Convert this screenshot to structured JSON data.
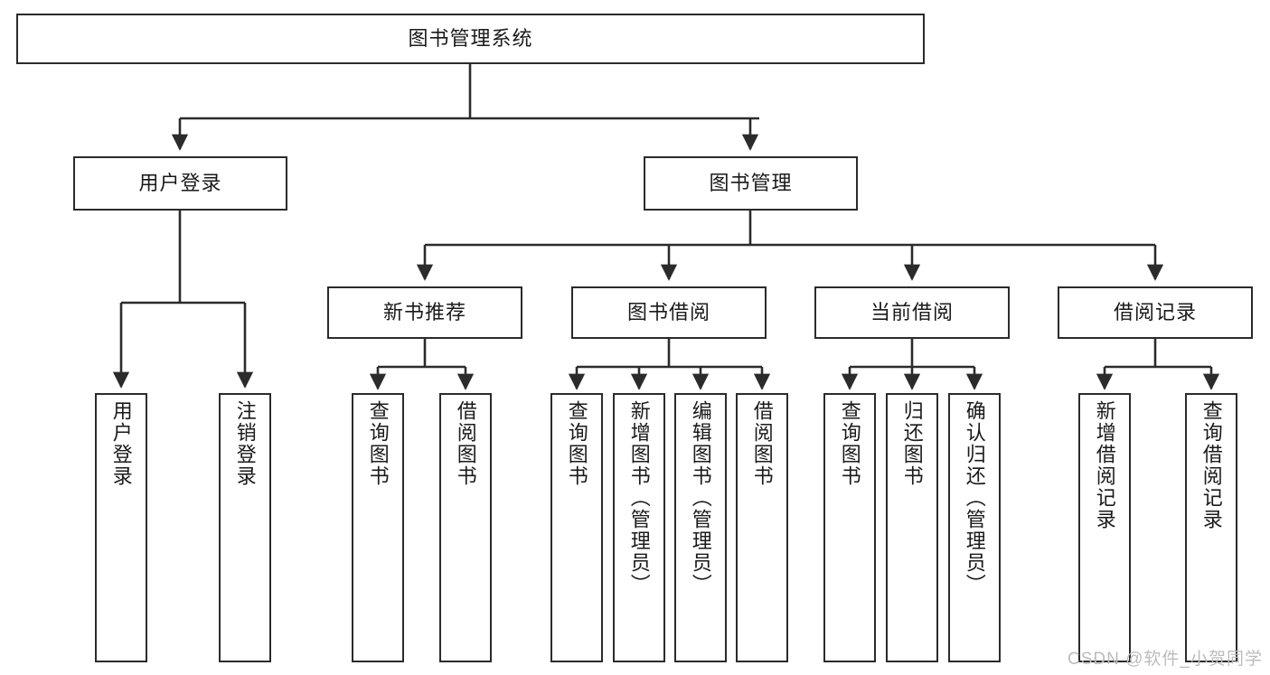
{
  "diagram": {
    "title": "图书管理系统",
    "watermark": "CSDN @软件_小贺同学",
    "colors": {
      "stroke": "#2b2b2b",
      "fill": "#ffffff",
      "text": "#1a1a1a",
      "watermark": "#bcbcbc"
    },
    "root": {
      "label": "图书管理系统",
      "orientation": "horizontal"
    },
    "level2": [
      {
        "label": "用户登录",
        "orientation": "horizontal"
      },
      {
        "label": "图书管理",
        "orientation": "horizontal"
      }
    ],
    "level3": [
      {
        "label": "新书推荐",
        "orientation": "horizontal"
      },
      {
        "label": "图书借阅",
        "orientation": "horizontal"
      },
      {
        "label": "当前借阅",
        "orientation": "horizontal"
      },
      {
        "label": "借阅记录",
        "orientation": "horizontal"
      }
    ],
    "leaves": {
      "user_login": [
        {
          "label": "用户登录",
          "orientation": "vertical"
        },
        {
          "label": "注销登录",
          "orientation": "vertical"
        }
      ],
      "new_book_recommend": [
        {
          "label": "查询图书",
          "orientation": "vertical"
        },
        {
          "label": "借阅图书",
          "orientation": "vertical"
        }
      ],
      "book_borrow": [
        {
          "label": "查询图书",
          "orientation": "vertical"
        },
        {
          "label": "新增图书（管理员）",
          "orientation": "vertical"
        },
        {
          "label": "编辑图书（管理员）",
          "orientation": "vertical"
        },
        {
          "label": "借阅图书",
          "orientation": "vertical"
        }
      ],
      "current_borrow": [
        {
          "label": "查询图书",
          "orientation": "vertical"
        },
        {
          "label": "归还图书",
          "orientation": "vertical"
        },
        {
          "label": "确认归还（管理员）",
          "orientation": "vertical"
        }
      ],
      "borrow_record": [
        {
          "label": "新增借阅记录",
          "orientation": "vertical"
        },
        {
          "label": "查询借阅记录",
          "orientation": "vertical"
        }
      ]
    }
  }
}
